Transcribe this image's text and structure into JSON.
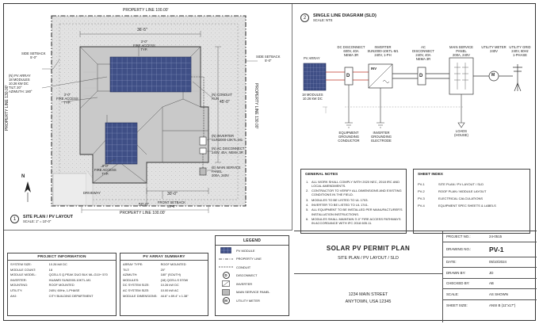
{
  "site_plan": {
    "property_line_top": "PROPERTY LINE   100.00'",
    "property_line_bottom": "PROPERTY LINE   100.00'",
    "property_line_left": "PROPERTY LINE   130.00'",
    "property_line_right": "PROPERTY LINE   130.00'",
    "dim_top": "36'-5\"",
    "dim_bottom": "50'-0\"",
    "dim_right": "45'-0\"",
    "dim_bottom_inner": "30'-0\"",
    "dim_fire_top": "3'-0\"",
    "fire_access_top": "FIRE ACCESS",
    "typ_top": "TYP.",
    "side_setback_left_label": "SIDE SETBACK",
    "side_setback_left_value": "5'-0\"",
    "side_setback_right_label": "SIDE SETBACK",
    "side_setback_right_value": "5'-0\"",
    "pv_array_callout": [
      "(N) PV ARRAY",
      "18 MODULES",
      "10.26 kW DC",
      "TILT: 20°",
      "AZIMUTH: 180°"
    ],
    "fire_access_left": [
      "3'-0\"",
      "FIRE ACCESS",
      "TYP."
    ],
    "fire_access_lower": [
      "3'-0\"",
      "FIRE ACCESS",
      "TYP."
    ],
    "conduit_callout": [
      "(N) CONDUIT",
      "RUN"
    ],
    "inverter_callout": [
      "(N) INVERTER",
      "SUN2000-10KTL-M1"
    ],
    "ac_disconnect_callout": [
      "(N) AC DISCONNECT",
      "240V, 40A, NEMA 3R"
    ],
    "msp_callout": [
      "(E) MAIN SERVICE",
      "PANEL",
      "200A, 240V"
    ],
    "driveway": "DRIVEWAY",
    "front_setback_label": "FRONT SETBACK",
    "front_setback_value": "20'-0\"",
    "north": "N",
    "title_number": "1",
    "title": "SITE PLAN / PV LAYOUT",
    "scale": "SCALE: 1\" = 10'-0\""
  },
  "sld": {
    "number": "2",
    "title": "SINGLE LINE DIAGRAM (SLD)",
    "scale": "SCALE: NTS",
    "pv_array_label": "PV ARRAY",
    "pv_array_sub": [
      "18 MODULES",
      "10.26 kW DC"
    ],
    "dc_disconnect": [
      "DC DISCONNECT",
      "600V, 40A",
      "NEMA 3R"
    ],
    "inverter": [
      "INVERTER",
      "SUN2000-10KTL-M1",
      "240V, 1-PH"
    ],
    "ac_disconnect": [
      "AC DISCONNECT",
      "240V, 40A",
      "NEMA 3R"
    ],
    "main_service_panel": [
      "MAIN SERVICE",
      "PANEL",
      "200A, 240V"
    ],
    "utility_meter": [
      "UTILITY METER",
      "240V"
    ],
    "utility_grid": [
      "UTILITY GRID",
      "240V, 60Hz",
      "1-PHASE"
    ],
    "inv_symbol": "INV",
    "meter_symbol": "M",
    "d_symbol": "D",
    "equipment_grounding": [
      "EQUIPMENT",
      "GROUNDING",
      "CONDUCTOR"
    ],
    "inverter_grounding": [
      "INVERTER",
      "GROUNDING",
      "ELECTRODE"
    ],
    "loads": [
      "LOADS",
      "(HOUSE)"
    ]
  },
  "general_notes": {
    "title": "GENERAL NOTES",
    "items": [
      {
        "n": "1.",
        "text": "ALL WORK SHALL COMPLY WITH 2020 NEC, 2018 IRC AND LOCAL AMENDMENTS."
      },
      {
        "n": "2.",
        "text": "CONTRACTOR TO VERIFY ALL DIMENSIONS AND EXISTING CONDITIONS IN THE FIELD."
      },
      {
        "n": "3.",
        "text": "MODULES TO BE LISTED TO UL 1703."
      },
      {
        "n": "4.",
        "text": "INVERTER TO BE LISTED TO UL 1741."
      },
      {
        "n": "5.",
        "text": "ALL EQUIPMENT TO BE INSTALLED PER MANUFACTURER'S INSTALLATION INSTRUCTIONS."
      },
      {
        "n": "6.",
        "text": "MODULES SHALL MAINTAIN 3'-0\" FIRE ACCESS PATHWAYS IN ACCORDANCE WITH IFC 2018 605.11."
      }
    ]
  },
  "sheet_index": {
    "title": "SHEET INDEX",
    "rows": [
      {
        "sheet": "PV-1",
        "desc": "SITE PLAN / PV LAYOUT / SLD"
      },
      {
        "sheet": "PV-2",
        "desc": "ROOF PLAN / MODULE LAYOUT"
      },
      {
        "sheet": "PV-3",
        "desc": "ELECTRICAL CALCULATIONS"
      },
      {
        "sheet": "PV-4",
        "desc": "EQUIPMENT SPEC SHEETS & LABELS"
      }
    ]
  },
  "project_info": {
    "title": "PROJECT INFORMATION",
    "rows": [
      {
        "k": "SYSTEM SIZE:",
        "v": "10.26 kW DC"
      },
      {
        "k": "MODULE COUNT:",
        "v": "18"
      },
      {
        "k": "MODULE MODEL:",
        "v": "QCELLS Q.PEAK DUO BLK ML-G10+ 570"
      },
      {
        "k": "INVERTER:",
        "v": "HUAWEI SUN2000-10KTL-M1"
      },
      {
        "k": "MOUNTING:",
        "v": "ROOF MOUNTED"
      },
      {
        "k": "UTILITY:",
        "v": "240V, 60Hz, 1-PHASE"
      },
      {
        "k": "AHJ:",
        "v": "CITY BUILDING DEPARTMENT"
      }
    ]
  },
  "pv_summary": {
    "title": "PV ARRAY SUMMARY",
    "rows": [
      {
        "k": "ARRAY TYPE:",
        "v": "ROOF MOUNTED"
      },
      {
        "k": "TILT:",
        "v": "20°"
      },
      {
        "k": "AZIMUTH:",
        "v": "180° (SOUTH)"
      },
      {
        "k": "MODULES:",
        "v": "(18) QCELLS 570W"
      },
      {
        "k": "DC SYSTEM SIZE:",
        "v": "10.26 kW DC"
      },
      {
        "k": "AC SYSTEM SIZE:",
        "v": "10.00 kW AC"
      },
      {
        "k": "MODULE DIMENSIONS:",
        "v": "44.6\" x 89.4\" x 1.38\""
      }
    ]
  },
  "legend": {
    "title": "LEGEND",
    "items": [
      "PV MODULE",
      "PROPERTY LINE",
      "CONDUIT",
      "DISCONNECT",
      "INVERTER",
      "MAIN SERVICE PANEL",
      "UTILITY METER"
    ],
    "d_symbol": "D",
    "m_symbol": "M"
  },
  "title_block": {
    "title": "SOLAR PV PERMIT PLAN",
    "subtitle": "SITE PLAN / PV LAYOUT / SLD",
    "address1": "1234 MAIN STREET",
    "address2": "ANYTOWN, USA 12345",
    "rows": [
      {
        "k": "PROJECT NO.:",
        "v": "24-0515"
      },
      {
        "k": "DRAWING NO.:",
        "v": "PV-1"
      },
      {
        "k": "DATE:",
        "v": "05/10/2024"
      },
      {
        "k": "DRAWN BY:",
        "v": "JD"
      },
      {
        "k": "CHECKED BY:",
        "v": "AB"
      },
      {
        "k": "SCALE:",
        "v": "AS SHOWN"
      },
      {
        "k": "SHEET SIZE:",
        "v": "ANSI B (11\"x17\")"
      }
    ]
  },
  "colors": {
    "panel": "#3f4f86",
    "panel_grid": "#9aa7cf",
    "roof": "#c8c8c8",
    "lawn": "#dedede",
    "dc_line": "#c0392b"
  }
}
